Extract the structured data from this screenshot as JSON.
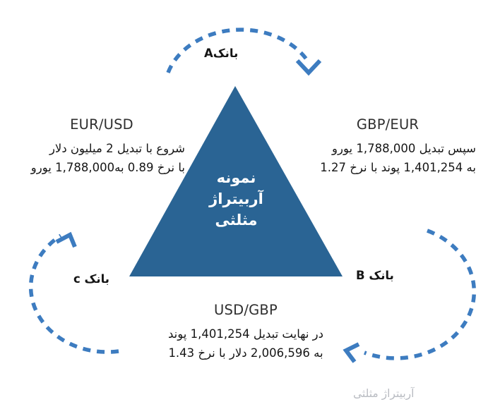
{
  "diagram": {
    "title_watermark": "آربیتراژ مثلثی",
    "center": {
      "line1": "نمونه",
      "line2": "آربیتراژ",
      "line3": "مثلثی"
    },
    "colors": {
      "triangle_fill": "#2a6494",
      "arc_blue": "#3d7cc0",
      "text_dark": "#161616",
      "title_gray": "#2f2f2f",
      "watermark_gray": "#b9bcc2",
      "background": "#ffffff"
    },
    "banks": {
      "a": "بانکA",
      "b": "بانک B",
      "c": "بانک c"
    },
    "steps": [
      {
        "id": "eur-usd",
        "pair": "EUR/USD",
        "line1": "شروع با تبدیل 2 میلیون دلار",
        "line2": "با نرخ 0.89 به1,788,000 یورو"
      },
      {
        "id": "gbp-eur",
        "pair": "GBP/EUR",
        "line1": "سپس تبدیل 1,788,000 یورو",
        "line2": "به 1,401,254 پوند با نرخ 1.27"
      },
      {
        "id": "usd-gbp",
        "pair": "USD/GBP",
        "line1": "در نهایت تبدیل 1,401,254 پوند",
        "line2": "به 2,006,596 دلار با نرخ 1.43"
      }
    ]
  }
}
